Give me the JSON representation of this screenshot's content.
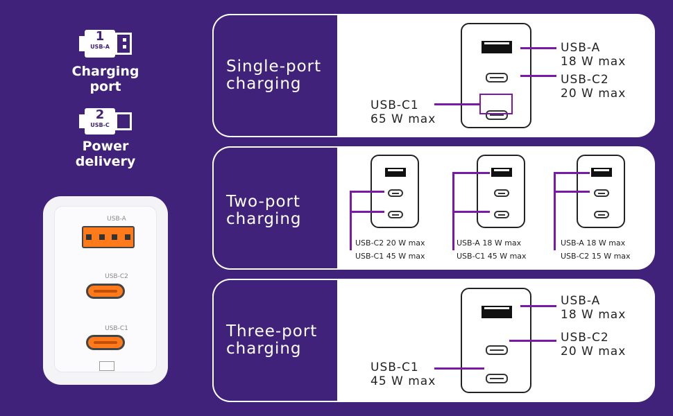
{
  "legend": {
    "item1": {
      "number": "1",
      "tag": "USB-A",
      "label": "Charging\nport"
    },
    "item2": {
      "number": "2",
      "tag": "USB-C",
      "label": "Power\ndelivery"
    }
  },
  "panels": {
    "single": {
      "title": "Single-port\ncharging",
      "usb_a": "USB-A",
      "usb_a_max": "18 W max",
      "usb_c2": "USB-C2",
      "usb_c2_max": "20 W max",
      "usb_c1": "USB-C1",
      "usb_c1_max": "65 W max"
    },
    "two": {
      "title": "Two-port\ncharging",
      "combos": [
        {
          "line1": "USB-C2 20 W max",
          "line2": "USB-C1 45 W max"
        },
        {
          "line1": "USB-A 18 W max",
          "line2": "USB-C1 45 W max"
        },
        {
          "line1": "USB-A 18 W max",
          "line2": "USB-C2 15 W max"
        }
      ]
    },
    "three": {
      "title": "Three-port\ncharging",
      "usb_a": "USB-A",
      "usb_a_max": "18 W max",
      "usb_c2": "USB-C2",
      "usb_c2_max": "20 W max",
      "usb_c1": "USB-C1",
      "usb_c1_max": "45 W max"
    }
  },
  "product": {
    "port_a": "USB-A",
    "port_c2": "USB-C2",
    "port_c1": "USB-C1",
    "port_a_color": "#ff7a1a"
  },
  "colors": {
    "background": "#41227a",
    "accent_line": "#7a18a8"
  }
}
